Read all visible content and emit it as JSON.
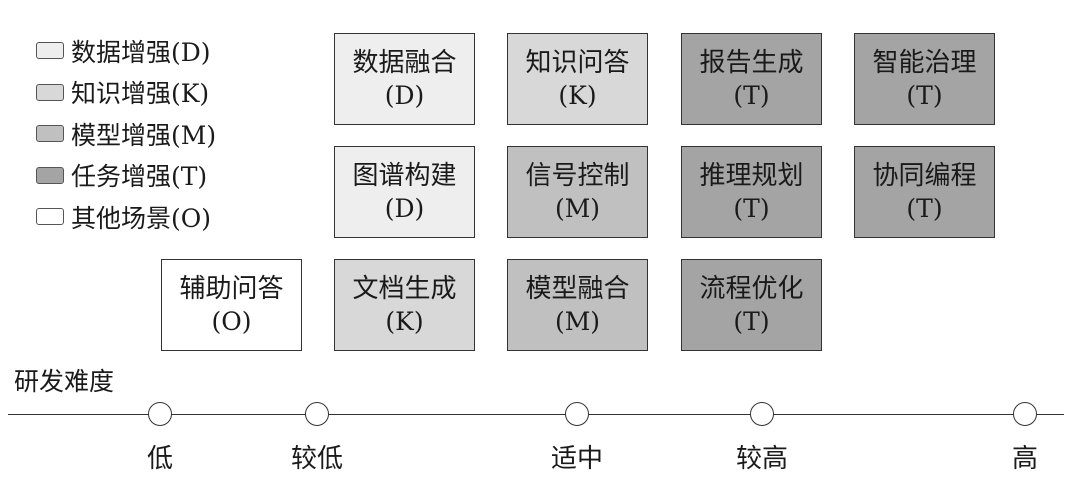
{
  "colors": {
    "D": "#eeeeee",
    "K": "#d8d8d8",
    "M": "#c0c0c0",
    "T": "#a4a4a4",
    "O": "#ffffff"
  },
  "legend": [
    {
      "label": "数据增强(D)",
      "cat": "D"
    },
    {
      "label": "知识增强(K)",
      "cat": "K"
    },
    {
      "label": "模型增强(M)",
      "cat": "M"
    },
    {
      "label": "任务增强(T)",
      "cat": "T"
    },
    {
      "label": "其他场景(O)",
      "cat": "O"
    }
  ],
  "boxes": [
    {
      "title": "数据融合",
      "code": "(D)",
      "cat": "D"
    },
    {
      "title": "知识问答",
      "code": "(K)",
      "cat": "K"
    },
    {
      "title": "报告生成",
      "code": "(T)",
      "cat": "T"
    },
    {
      "title": "智能治理",
      "code": "(T)",
      "cat": "T"
    },
    {
      "title": "图谱构建",
      "code": "(D)",
      "cat": "D"
    },
    {
      "title": "信号控制",
      "code": "(M)",
      "cat": "M"
    },
    {
      "title": "推理规划",
      "code": "(T)",
      "cat": "T"
    },
    {
      "title": "协同编程",
      "code": "(T)",
      "cat": "T"
    },
    {
      "title": "辅助问答",
      "code": "(O)",
      "cat": "O"
    },
    {
      "title": "文档生成",
      "code": "(K)",
      "cat": "K"
    },
    {
      "title": "模型融合",
      "code": "(M)",
      "cat": "M"
    },
    {
      "title": "流程优化",
      "code": "(T)",
      "cat": "T"
    }
  ],
  "axis": {
    "title": "研发难度",
    "ticks": [
      "低",
      "较低",
      "适中",
      "较高",
      "高"
    ]
  }
}
